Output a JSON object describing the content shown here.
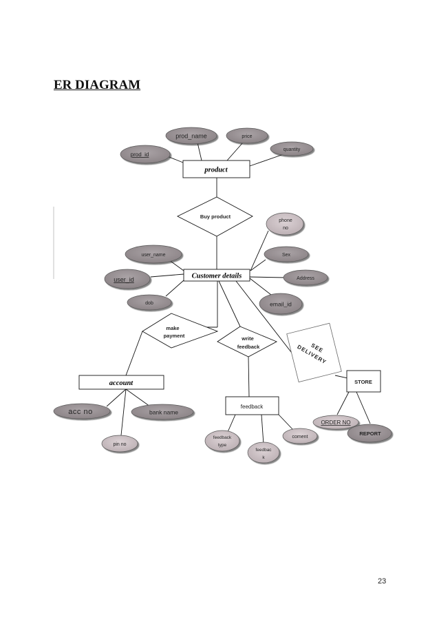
{
  "title": "ER DIAGRAM",
  "page_number": "23",
  "entities": {
    "product": "product",
    "customer": "Customer details",
    "account": "account",
    "feedback": "feedback",
    "store": "STORE"
  },
  "relationships": {
    "buy": "Buy product",
    "payment": [
      "make",
      "payment"
    ],
    "write_feedback": [
      "write",
      "feedback"
    ]
  },
  "attributes": {
    "prod_name": "prod_name",
    "price": "price",
    "prod_id": "prod_id",
    "quantity": "quantity",
    "phone": [
      "phone",
      "no"
    ],
    "user_name": "user_name",
    "sex": "Sex",
    "user_id": "user_id",
    "address": "Address",
    "dob": "dob",
    "email_id": "email_id",
    "acc_no": "acc no",
    "bank_name": "bank name",
    "pin_no": "pin no",
    "feedback_type": [
      "feedback",
      "type"
    ],
    "feedback_text": [
      "feedbac",
      "k"
    ],
    "coment": "coment",
    "order_no": "ORDER  NO",
    "report": "REPORT"
  },
  "note": [
    "SEE",
    "DELIVERY"
  ]
}
